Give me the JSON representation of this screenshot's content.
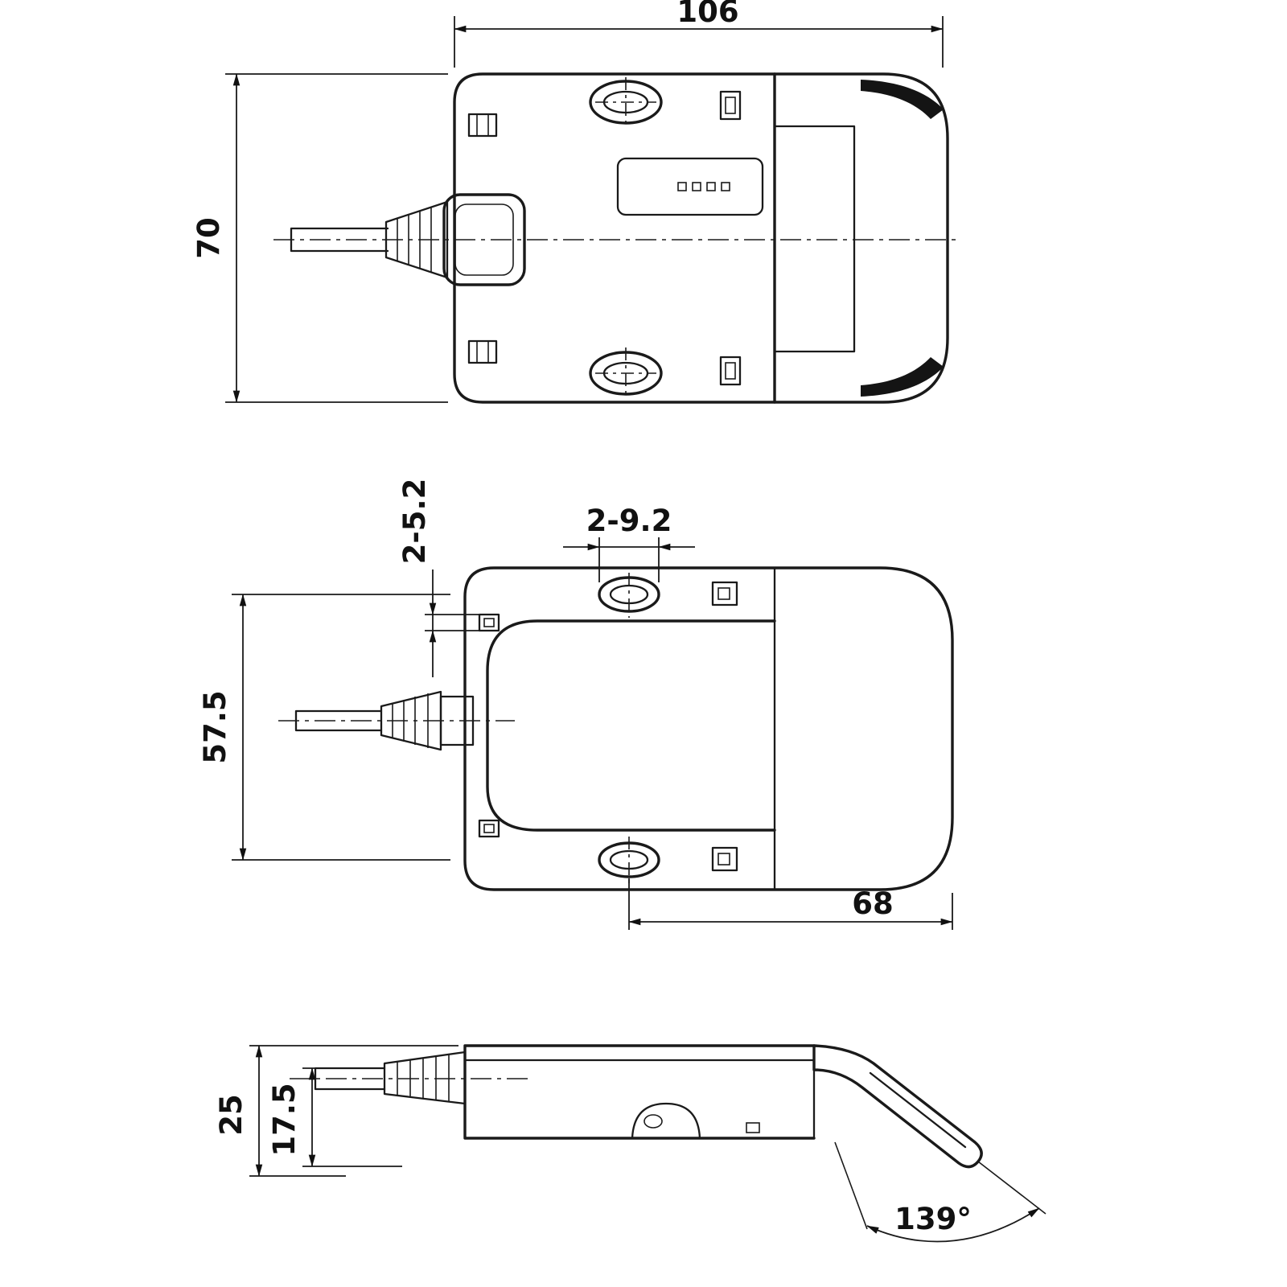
{
  "drawing": {
    "background": "#ffffff",
    "line_color": "#1a1a1a",
    "type": "engineering-dimension-drawing",
    "dimensions": {
      "overall_width": "106",
      "overall_depth": "70",
      "notch_size": "2-5.2",
      "slot_size": "2-9.2",
      "mount_hole_spacing": "57.5",
      "hole_to_right_edge": "68",
      "overall_height": "25",
      "body_height": "17.5",
      "flap_open_angle": "139°"
    }
  }
}
